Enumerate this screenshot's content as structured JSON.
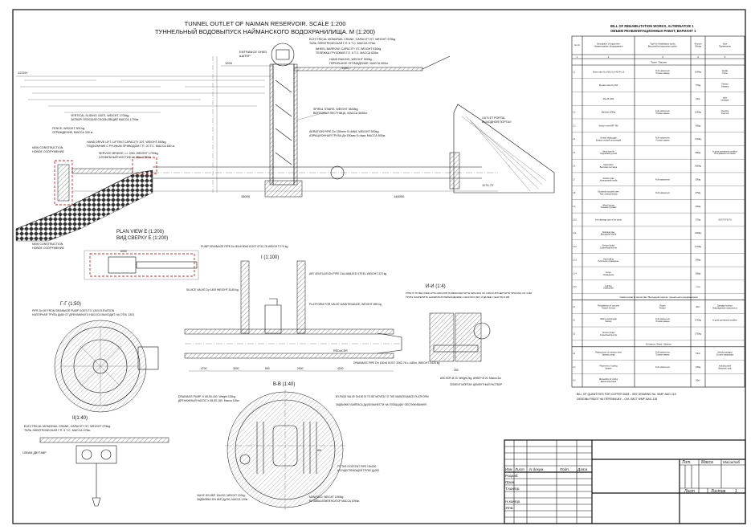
{
  "drawing": {
    "title_en": "TUNNEL OUTLET OF NAIMAN RESERVOIR. SCALE 1:200",
    "title_ru": "ТУННЕЛЬНЫЙ ВОДОВЫПУСК НАЙМАНСКОГО ВОДОХРАНИЛИЩА. М (1:200)",
    "callouts": {
      "entrance_shed": "ENTRANCE SHED",
      "entrance_shed_ru": "ШАТЕР",
      "crane_en": "ELECTRICAL MONORAIL CRANE, CAPACITY 5T, WEIGHT 975kg.",
      "crane_ru": "ТАЛЬ ЭЛЕКТРИЧЕСКАЯ   Г.П. 5 Т.С. МАССА 975кг.",
      "wheel_en": "WHEEL BARROW, CAPACITY 5T, WEIGHT 630kg.",
      "wheel_ru": "ТЕЛЕЖКА ГРУЗОВАЯ Г.П. 5 Т.С. МАССА 630кг.",
      "rail_en": "HAND RAILING, WEIGHT 500kg.",
      "rail_ru": "ПЕРИЛЬНОЕ ОГРАЖДЕНИЕ.  МАССА 500кг.",
      "gate_en": "VERTICAL SLIDING GATE, WEIGHT 1700kg.",
      "gate_ru": "ЗАТВОР ПЛОСКИЙ СКОЛЬЗЯЩИЙ МАССА 1700кг.",
      "hoist_en": "HAND DRIVE LIFT. LIFTING CAPACITY 20T, WEIGHT 650kg.",
      "hoist_ru": "ПОДЪЕМНИК С РУЧНЫМ ПРИВОДОМ Г.П. 20 Т.С. МАССА 650 кг.",
      "fence_en": "FENCE, WEIGHT 300 kg.",
      "fence_ru": "ОГРАЖДЕНИЕ, МАССА 300 кг.",
      "bridge_en": "SERVICE BRIDGE, L= 20M, WEIGHT 1700kg.",
      "bridge_ru": "СЛУЖЕБНЫЙ МОСТИК L= 20м, 1700кг.",
      "new_en": "NEW CONSTRUCTION",
      "new_ru": "НОВОЕ СООРУЖЕНИЕ",
      "stairs_en": "SPIRAL STAIRS, WEIGHT 3630kg.",
      "stairs_ru": "ВИНТОВАЯ ЛЕСТНИЦА, МАССА 3630кг.",
      "aeration_en": "AERATION PIPE  Dn 150mm S=4MM, WEIGHT 500kg.",
      "aeration_ru": "АЭРАЦИОННАЯ ТРУБА  Дн 150мм S=4мм, МАССА 500кг.",
      "portal_en": "OUTLET PORTAL",
      "portal_ru": "ВЫХОДНОЙ ПОРТАЛ",
      "level_1": "1222H",
      "level_2": "1204",
      "level_3": "1174,72",
      "dim_1": "18000",
      "dim_2": "148300",
      "dim_3": "1000"
    },
    "plan_view": {
      "title_en": "PLAN VIEW E (1:200)",
      "title_ru": "ВИД СВЕРХУ Е (1:200)",
      "dim": "6000"
    },
    "section_gg": {
      "title": "Г-Г (1:50)",
      "note_en": "PIPE Dn 80 FROM DRAINAGE PUMP GOES TO 1303 ELEVATION",
      "note_ru": "НАПОРНАЯ ТРУБА Ду80 ОТ ДРЕНАЖНОГО НАСОСА ВЫХОДИТ НА ОТМ. 1303"
    },
    "section_ii": {
      "title": "II(1:40)",
      "crane_en": "ELECTRICAL MONORAIL CRANE, CAPACITY 5T, WEIGHT 975kg.",
      "crane_ru": "ТАЛЬ ЭЛЕКТРИЧЕСКАЯ   Г.П. 5 Т.С. МАССА 975кг.",
      "beam": "I-BEAM ДВУТАВР"
    },
    "section_i": {
      "title": "I (1:100)",
      "pump_pipe": "PUMP DRAINAGE PIPE Dn 80x5 80x5 GOST 8732-78 WEIGHT 270 kg",
      "air_pipe": "AIR VENTILATION PIPE GALVANIZED STEEL WEIGHT 370 kg",
      "sluice": "SLUICE VALVE Dy 1400 WEIGHT 5145 kg",
      "platform": "PLATFORM FOR VALVE MAINTENANCE, WEIGHT 655 kg",
      "drainage_pipe": "DRAINAGE PIPE Dn 100x8 GOST 3262-76 L=180m, WEIGHT 2420 kg",
      "reducer": "REDUCER",
      "dims": [
        "4700",
        "3000",
        "800",
        "2500",
        "4200"
      ]
    },
    "section_ee": {
      "title": "И-И (1:4)",
      "note_en": "PIPE IS TO BE FIXED WITH ANCHOR IN REDUCER WITH SPACING OF 0.5M FURTHER WITH SPACING OF 3.0M",
      "note_ru": "ТРУБУ ЗАКРЕПИТЬ АНКЕРОМ В ПЕРЕХОДНИКЕ С ШАГОМ 0,5М, И ДАЛЕЕ С ШАГОМ 3,0М.",
      "anchor": "ANCHOR Ø 20. Weight 2kg. АНКЕР Ø 20. Масса 2кг.",
      "mortar": "CEMENT MORTAR ЦЕМЕНТНЫЙ РАСТВОР",
      "dim": "250"
    },
    "section_bb": {
      "title": "В-В (1:40)",
      "pump_en": "DRAINAGE PUMP, K 65-50-160, Weight 115kg.",
      "pump_ru": "ДРЕНАЖНЫЙ НАСОС   К 65-50-160, Масса 115кг.",
      "bypass_en": "BY-PASS VALVE Dn150 IS TO BE MOVED TO THE MAINTENANCE PLATFORM",
      "bypass_ru": "ЗАДВИЖКУ БАЙПАСА Ду150 ВЫНЕСТИ НА ПЛОЩАДКУ ОБСЛУЖИВАНИЯ.",
      "pipe_en": "TO THE EXISTENT PIPE 1Dn200.",
      "pipe_ru": "К СУЩЕСТВУЮЩЕЙ ТРУБЕ Ду200.",
      "valve_en": "VALVE 30Ч 6БР, 1Dn200, WEIGHT 120kg.",
      "valve_ru": "ЗАДВИЖКА 30Ч 6БР, Ду200, МАССА 120кг.",
      "manifold_en": "MANIFOLD, WEIGHT 1090kg.",
      "manifold_ru": "ВСТАВКА-КОМПЕНСАТОР МАССА 1090кг.",
      "dim": "600"
    },
    "bill": {
      "title_en": "BILL OF REHABILITATION WORKS, ALTERNATIVE 1",
      "title_ru": "ОБЪЕМ РЕАБИЛИТАЦИОННЫХ РАБОТ, ВАРИАНТ 1",
      "headers": [
        "№ п/п",
        "Description of equipment / Наименование оборудования",
        "Type of rehabilitation works / Вид реабилитационных работ",
        "Amount / Объем",
        "Note / Примечание"
      ],
      "col_numbers": [
        "1",
        "2",
        "3",
        "4",
        "5"
      ],
      "sections": [
        "Tower / Башня",
        "Outlet portal of tunnel tail / Выходной портал туннельного водовыпуска",
        "Entrance Shed / Шатер"
      ],
      "rows": [
        [
          "1.1",
          "Sluice valve Dy 1400, Dy 1400 Ру 10",
          "Full replacement / Полная замена",
          "5145kg",
          "Quality / Сталь"
        ],
        [
          "",
          "By-pass valve Dy 150",
          "",
          "770kg",
          "Painted / Окраска"
        ],
        [
          "",
          "Pipe Ø 1400",
          "",
          "15km",
          "area / площадь"
        ],
        [
          "1.2",
          "Manifold 1090kg",
          "Full replacement / Полная замена",
          "1090kg",
          "Cleaning / Очистка"
        ],
        [
          "1.3",
          "Venturi meter ВРГ 400",
          "",
          "600kg",
          ""
        ],
        [
          "1.4",
          "Vertical sliding gate / Затвор плоский скользящий",
          "Full replacement / Полная замена",
          "1700kg",
          ""
        ],
        [
          "1.5",
          "Hand drive lift / Подъемник ручной",
          "",
          "650kg",
          "In good operational condition / В исправном состоянии"
        ],
        [
          "1.6",
          "Spiral stairs / Винтовая лестница",
          "",
          "3630kg",
          ""
        ],
        [
          "1.7",
          "Aeration pipe / Аэрационная труба",
          "Full replacement",
          "500kg",
          ""
        ],
        [
          "1.8",
          "Electrical monorail crane / Таль электрическая",
          "Full replacement",
          "975kg",
          ""
        ],
        [
          "1.9",
          "Wheel barrow / Тележка грузовая",
          "",
          "630kg",
          ""
        ],
        [
          "1.10",
          "Inlet drainage pipe of the pump",
          "",
          "270kg",
          "GOST 8732-78"
        ],
        [
          "1.11",
          "Drainage pipe / Дренажная труба",
          "",
          "2420kg",
          ""
        ],
        [
          "1.12",
          "Service bridge / Служебный мостик",
          "",
          "1700kg",
          ""
        ],
        [
          "1.13",
          "Hand railing / Перильное ограждение",
          "",
          "500kg",
          ""
        ],
        [
          "1.14",
          "Fence / Ограждение",
          "",
          "300kg",
          ""
        ],
        [
          "1.15",
          "Lighting / Освещение",
          "",
          "1 set",
          ""
        ],
        [
          "2.1",
          "Rehabilitation of concrete / Ремонт бетона",
          "Repair / Ремонт",
          "40m³",
          "Damaged surface / Поврежденная поверхность"
        ],
        [
          "3.1",
          "Sliding vertical gate / Затвор",
          "Full replacement / Полная замена",
          "1700kg",
          "In good operational condition"
        ],
        [
          "3.2",
          "Service bridge / Служебный мостик",
          "",
          "1700kg",
          ""
        ],
        [
          "4.1",
          "Replacement of entrance shed / Замена шатра",
          "Full replacement / Полная замена",
          "5.6m²",
          "Heavily damaged / Сильно поврежден"
        ],
        [
          "4.2",
          "Placement of roofing / Кровля",
          "Full replacement",
          "130kg",
          "Including steel / Включая сталь"
        ],
        [
          "4.3",
          "Dismantling of roofing / Демонтаж кровли",
          "",
          "30m²",
          ""
        ]
      ],
      "footer_en": "BILL OF QUANTITIES FOR COFFER DAM – SEE DRAWING No. WMP-NAG-118",
      "footer_ru": "ОБЪЕМЫ РАБОТ НА ПЕРЕМЫЧКУ – СМ. ЛИСТ WMP-NAG-118"
    },
    "title_block": {
      "head": [
        "Изм.",
        "Лист",
        "N докум.",
        "Подп.",
        "Дата"
      ],
      "roles": [
        "Разраб.",
        "Пров.",
        "Т.контр.",
        "",
        "Н.контр.",
        "Утв."
      ],
      "lit": "Лит.",
      "mass": "Масса",
      "scale": "Масштаб",
      "sheet": "Лист",
      "sheets": "Листов",
      "sheets_count": "1"
    }
  }
}
